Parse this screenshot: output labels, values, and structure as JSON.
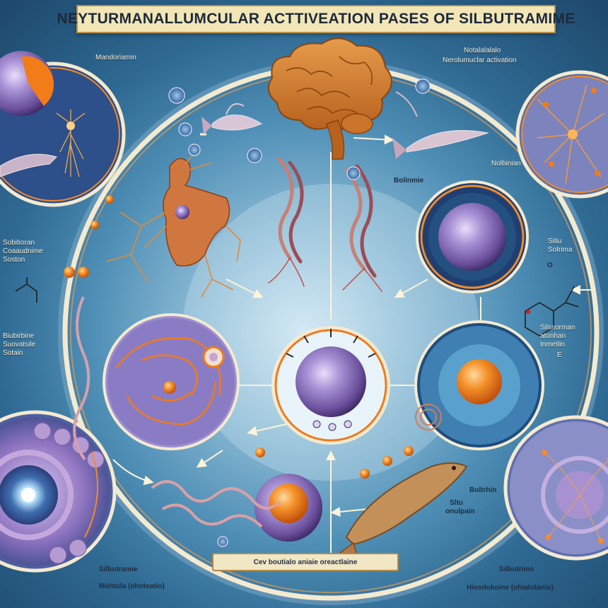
{
  "title": "NEYTURMANALLUMCULAR  ACTTIVEATION  PASES OF SILBUTRAMIME",
  "labels": {
    "top_left": "Mandoriamin",
    "top_right_1": "Notalalalalo",
    "top_right_2": "Nerolumuclar activation",
    "right_upper": "Nolbinian",
    "center_upper": "Bolinmie",
    "left_mid_1": "Sobitioran",
    "left_mid_2": "Coaaudnime",
    "left_mid_3": "Soston",
    "left_low_1": "Biubirbine",
    "left_low_2": "Suovatsile",
    "left_low_3": "Sotain",
    "right_mid_1": "Sitiu",
    "right_mid_2": "Sotrima",
    "right_mid_3": "O",
    "right_low_1": "Silssorman",
    "right_low_2": "atonhan",
    "right_low_3": "Inmetlin",
    "right_low_4": "E",
    "bottom_right_1": "Boltrhin",
    "bottom_right_2": "Sltu",
    "bottom_right_3": "onulpain",
    "bottom_left_1": "Silbutramie",
    "bottom_left_2": "Mohtula (ohoteatio)",
    "bottom_right_corner_1": "Silbutrimo",
    "bottom_right_corner_2": "Hieodokoine (ohiatolanio)"
  },
  "caption": "Cev boutialo   aniaie oreactlaine",
  "colors": {
    "background": "#2f6a93",
    "ring": "#f3e6c8",
    "accent_orange": "#f07a1a",
    "cell_purple": "#8a6fb8",
    "title_box": "#f3e6b6"
  }
}
